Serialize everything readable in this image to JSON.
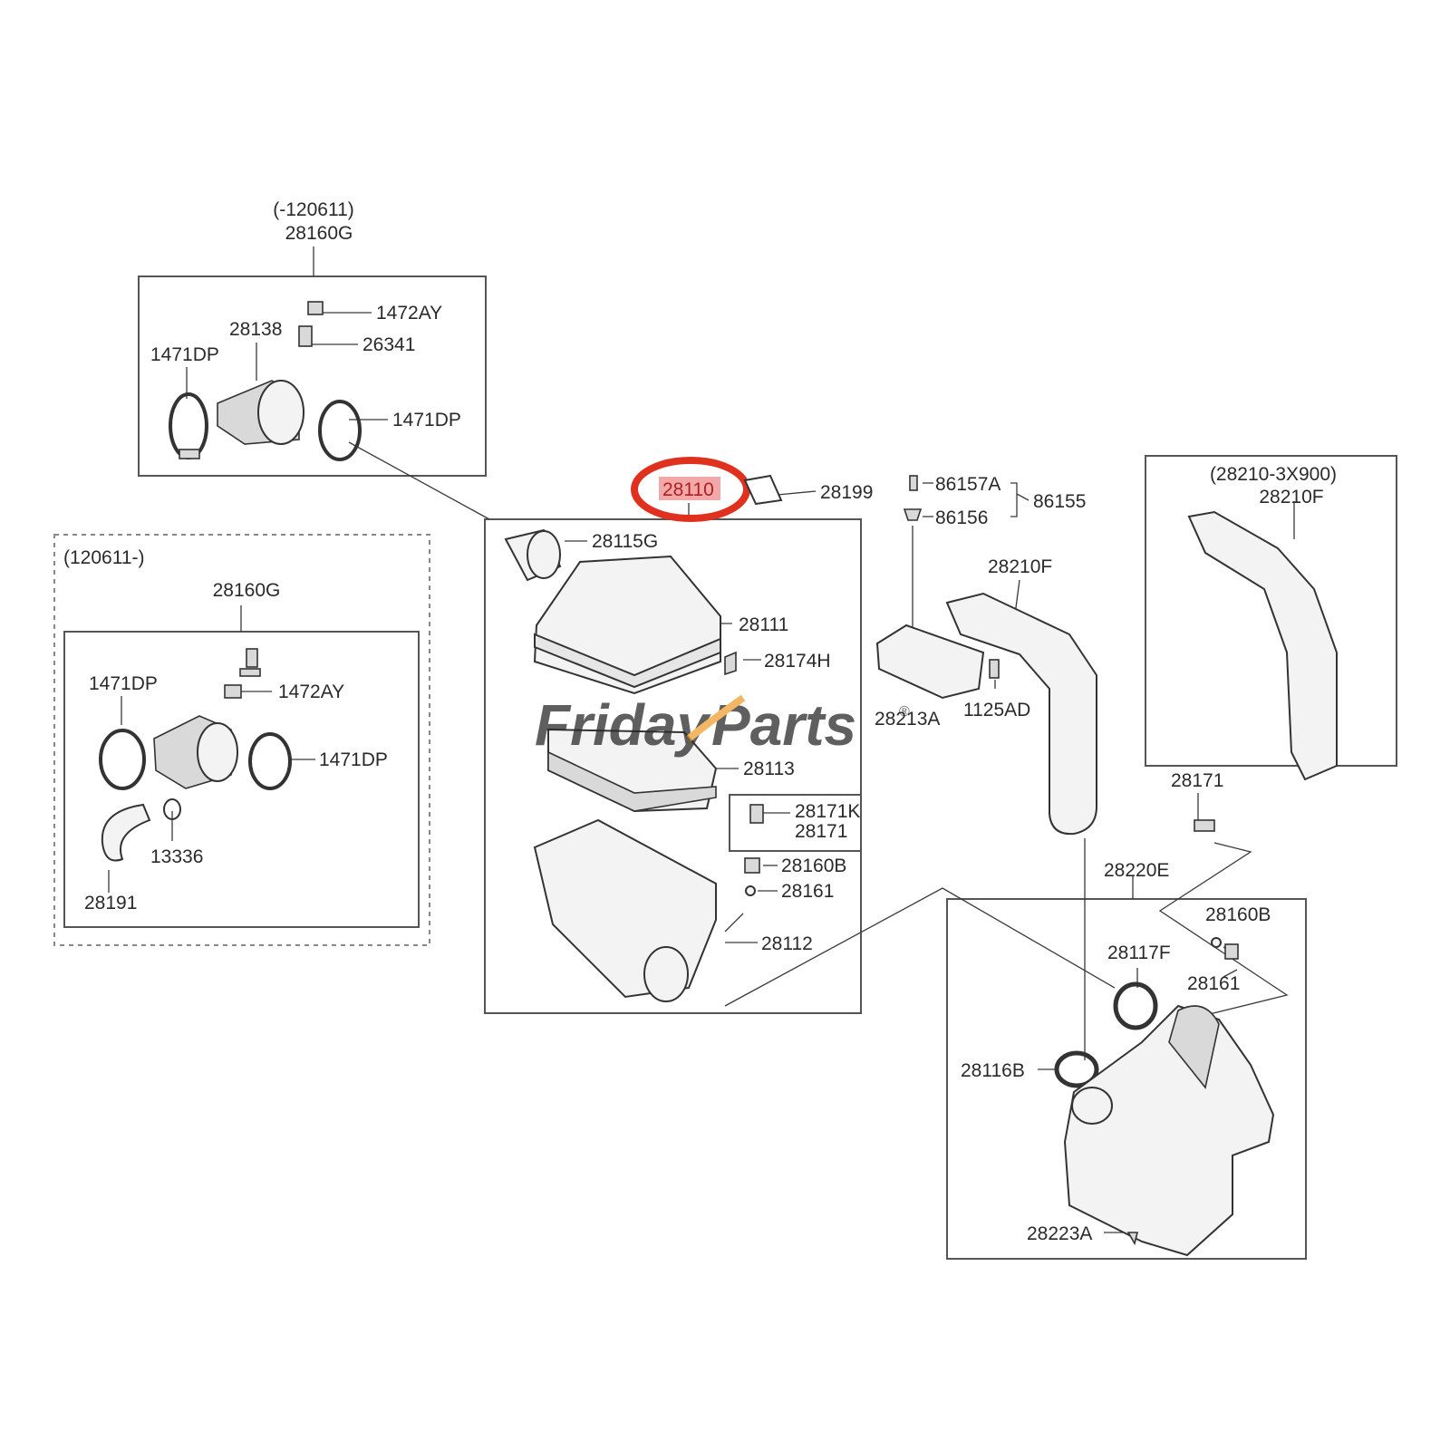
{
  "labels": {
    "mafA_date": "(-120611)",
    "mafA_id": "28160G",
    "mafA_nut": "1472AY",
    "mafA_sensor": "26341",
    "mafA_body": "28138",
    "mafA_clamp_l": "1471DP",
    "mafA_clamp_r": "1471DP",
    "mafB_date": "(120611-)",
    "mafB_id": "28160G",
    "mafB_clamp_l": "1471DP",
    "mafB_nut": "1472AY",
    "mafB_clamp_r": "1471DP",
    "mafB_clip": "13336",
    "mafB_hose": "28191",
    "cleaner_assy": "28110",
    "cleaner_label": "28199",
    "duct": "28115G",
    "cover": "28111",
    "clip": "28174H",
    "filter": "28113",
    "body": "28112",
    "mount_a": "28171K",
    "mount_b": "28171",
    "grommet": "28160B",
    "bushing": "28161",
    "bolt_a": "86157A",
    "bolt_b": "86156",
    "bolt_set": "86155",
    "resonator": "28213A",
    "screw": "1125AD",
    "intake_hose": "28210F",
    "alt_date": "(28210-3X900)",
    "alt_hose": "28210F",
    "bolt_r": "28171",
    "res_assy": "28220E",
    "res_grommet": "28160B",
    "res_seal": "28117F",
    "res_bushing": "28161",
    "res_ring": "28116B",
    "res_nut": "28223A"
  },
  "watermark": {
    "word1": "Friday",
    "word2": "Parts",
    "mark": "®",
    "color1": "#2a5aa8",
    "color2": "#f0a030"
  },
  "highlight_color": "#e0301e",
  "highlight_fill": "#f2a8a8"
}
